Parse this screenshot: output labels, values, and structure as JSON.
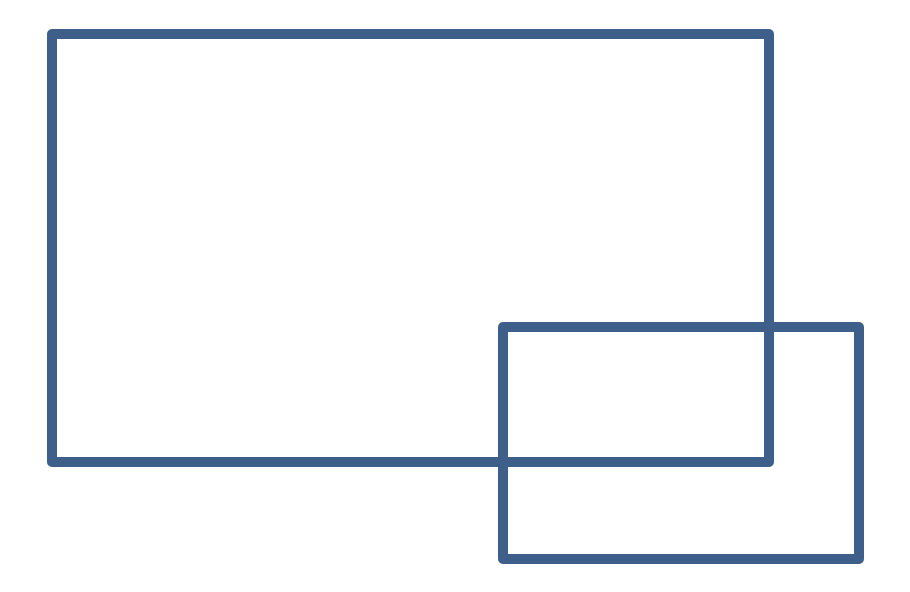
{
  "diagram": {
    "shapes": [
      {
        "name": "large-rectangle",
        "type": "rectangle",
        "fill": "none"
      },
      {
        "name": "small-rectangle",
        "type": "rectangle",
        "fill": "none"
      }
    ],
    "colors": {
      "stroke": "#3D5F8A",
      "background": "#FFFFFF"
    }
  }
}
